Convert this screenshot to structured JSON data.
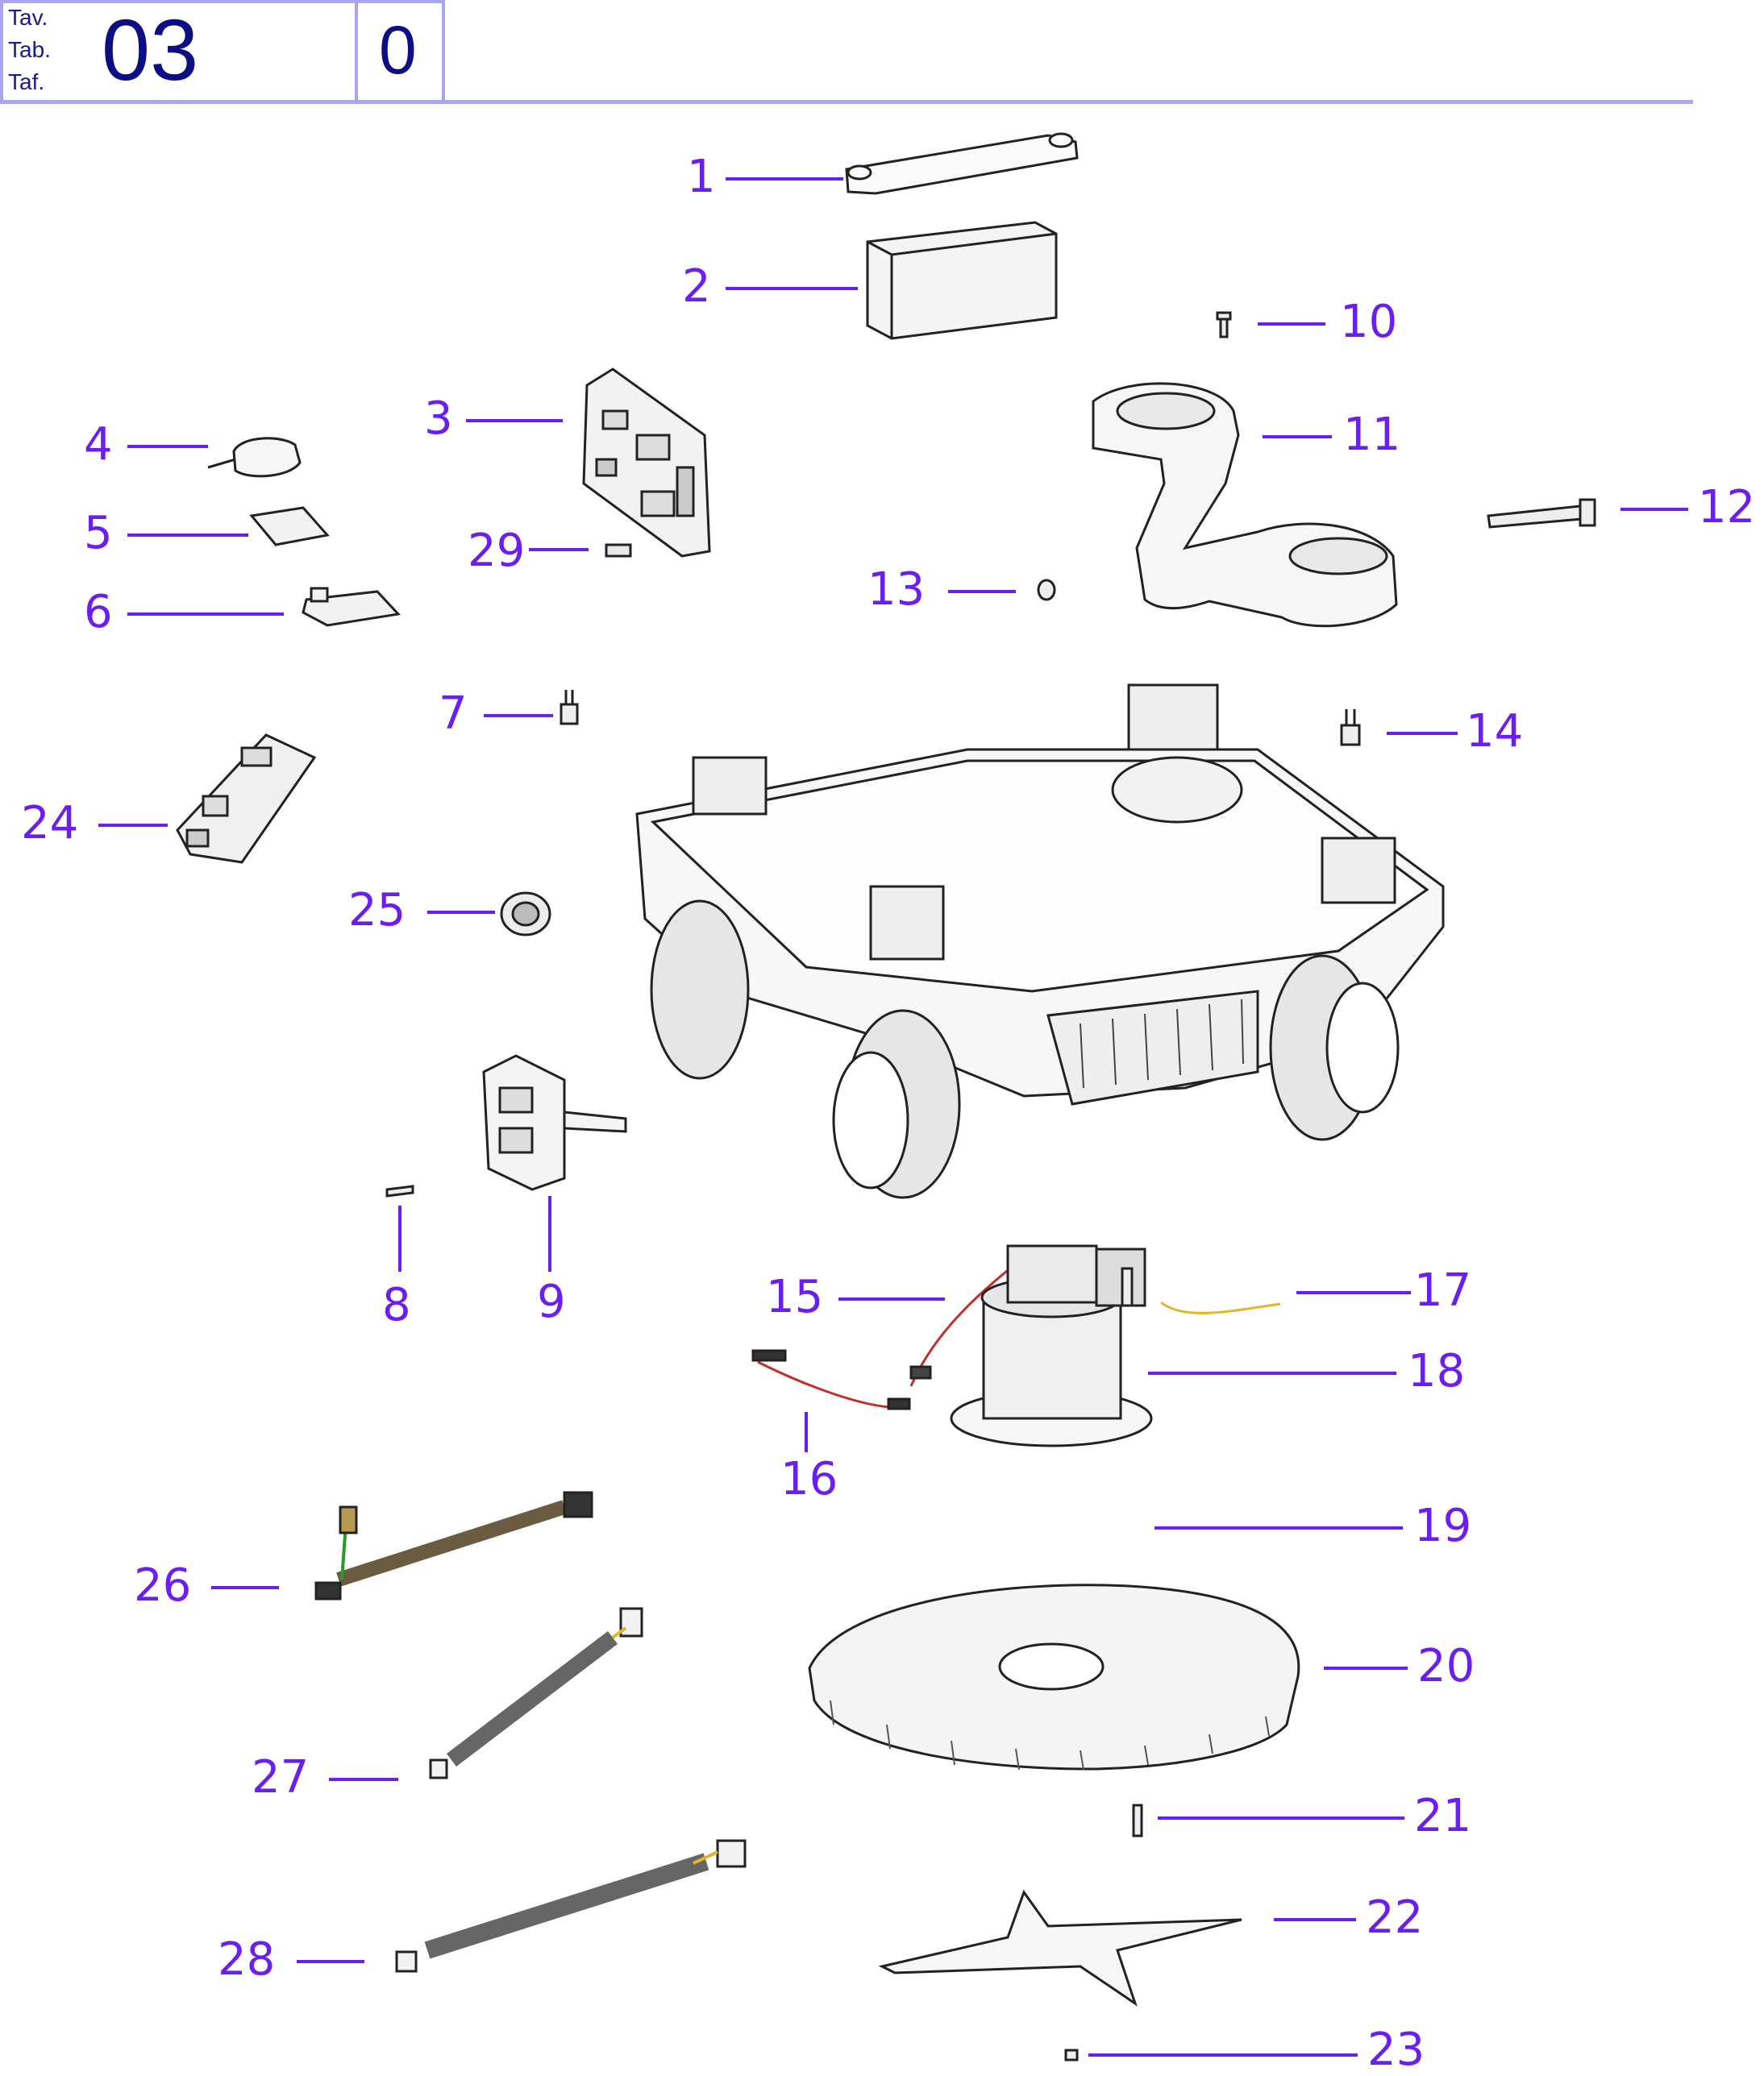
{
  "header": {
    "labels": [
      "Tav.",
      "Tab.",
      "Taf."
    ],
    "table_number": "03",
    "revision": "0"
  },
  "colors": {
    "callout": "#6a1ef0",
    "header_border": "#a9a6f0",
    "header_text": "#0d0d84",
    "line": "#6a1ef0",
    "part_stroke": "#222222"
  },
  "callouts": [
    "1",
    "2",
    "3",
    "4",
    "5",
    "6",
    "7",
    "8",
    "9",
    "10",
    "11",
    "12",
    "13",
    "14",
    "15",
    "16",
    "17",
    "18",
    "19",
    "20",
    "21",
    "22",
    "23",
    "24",
    "25",
    "26",
    "27",
    "28",
    "29"
  ]
}
